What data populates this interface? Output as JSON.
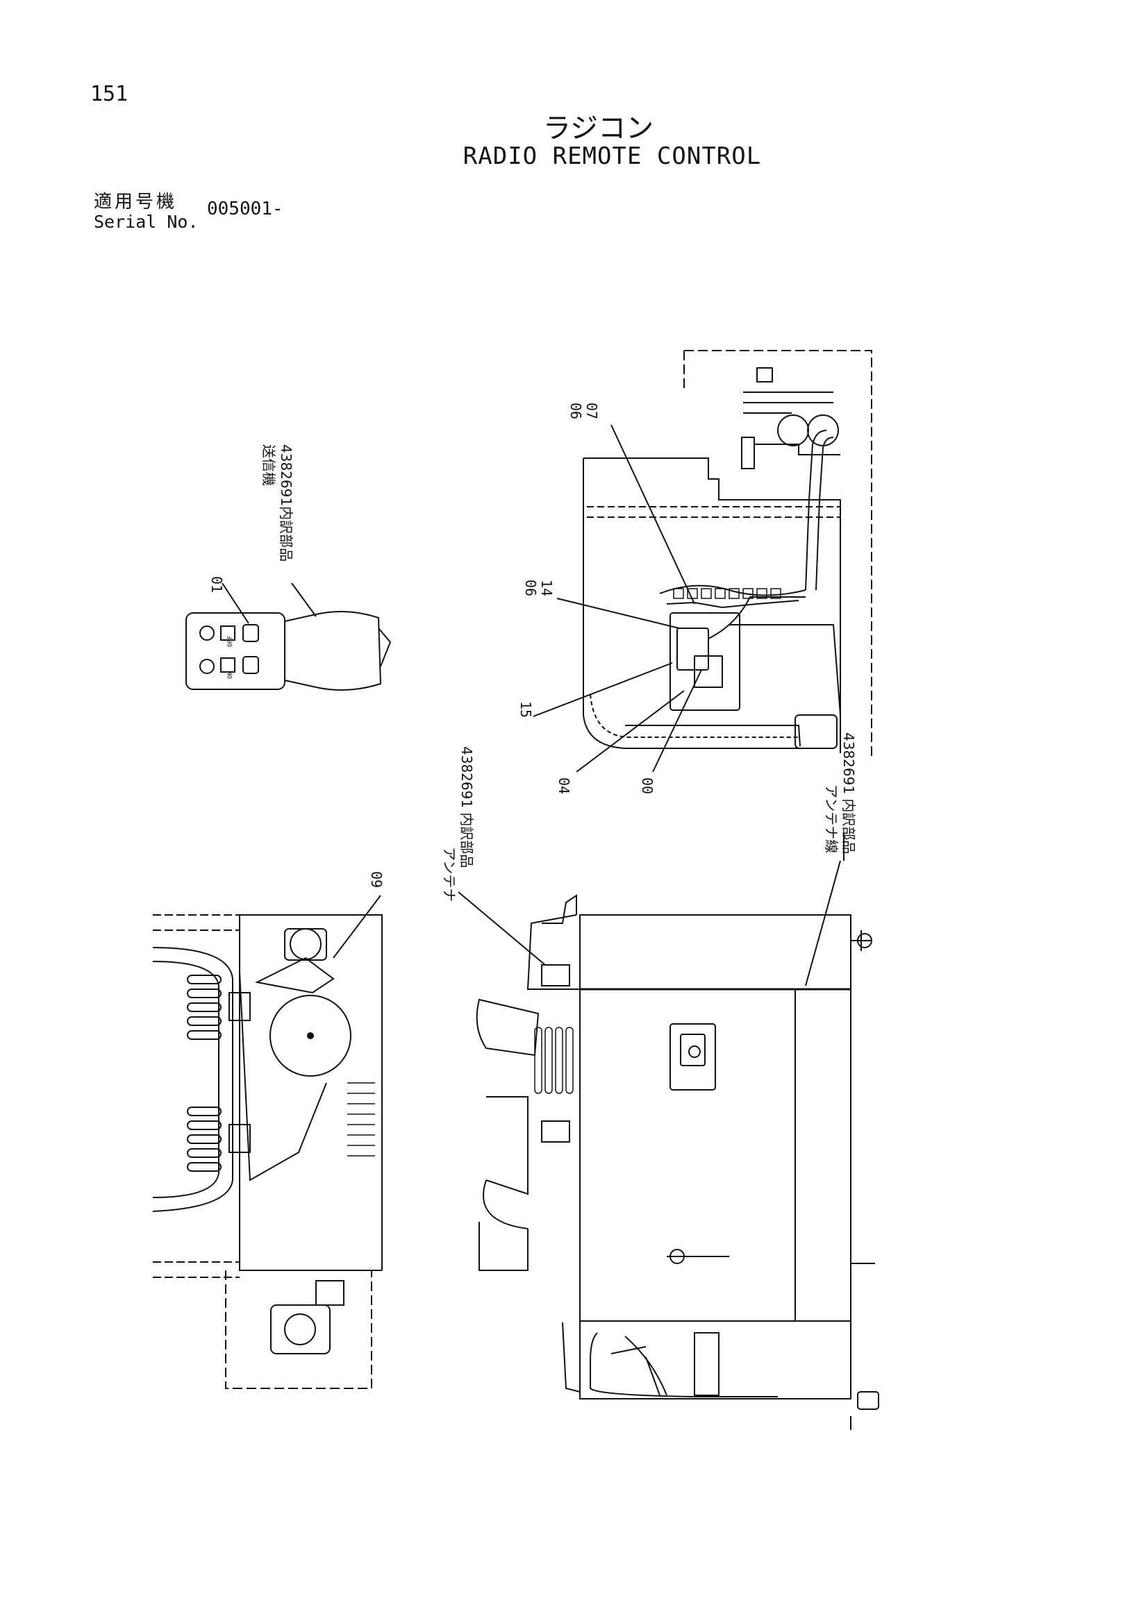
{
  "page": {
    "number": "151"
  },
  "title": {
    "jp": "ラジコン",
    "en": "RADIO REMOTE CONTROL"
  },
  "serial": {
    "label_jp": "適用号機",
    "label_en": "Serial No.",
    "value": "005001-"
  },
  "callouts": {
    "c01": "01",
    "transmitter_line1": "送信機",
    "transmitter_line2": "4382691内訳部品",
    "c06a": "06",
    "c07": "07",
    "c06b": "06",
    "c14": "14",
    "c15": "15",
    "c04": "04",
    "c00": "00",
    "c09": "09",
    "antenna_line1": "アンテナ",
    "antenna_line2": "4382691 内訳部品",
    "antenna_wire_line1": "アンテナ線",
    "antenna_wire_line2": "4382691 内訳部品"
  },
  "remote": {
    "btn_top": "OFF",
    "btn_bottom": "ON"
  }
}
